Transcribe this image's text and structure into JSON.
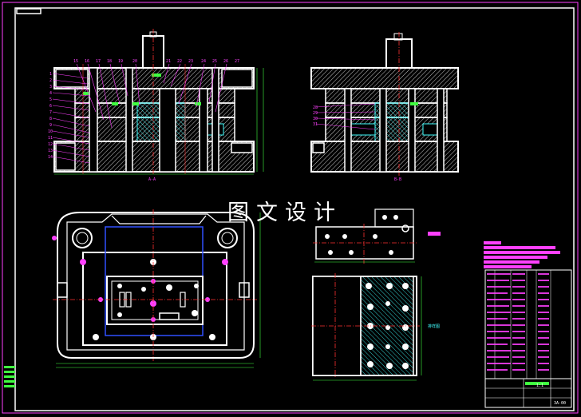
{
  "watermark": "图文设计",
  "colors": {
    "background": "#000000",
    "outline": "#ffffff",
    "leader": "#ff40ff",
    "centerline": "#ff3030",
    "dimension": "#40ff40",
    "hatch": "#ffffff",
    "water": "#40ffff",
    "boundary": "#3050ff"
  },
  "section_labels": {
    "front_section": "A-A",
    "side_section": "B-B",
    "strip_note": "排样图"
  },
  "part_numbers_left": [
    "1",
    "2",
    "3",
    "4",
    "5",
    "6",
    "7",
    "8",
    "9",
    "10",
    "11",
    "12",
    "13",
    "14"
  ],
  "part_numbers_top": [
    "15",
    "16",
    "17",
    "18",
    "19",
    "20",
    "21",
    "22",
    "23",
    "24",
    "25",
    "26",
    "27"
  ],
  "part_numbers_side": [
    "28",
    "29",
    "30",
    "31"
  ],
  "title_block": {
    "drawing_no": "3A-00",
    "scale": "1:1"
  }
}
